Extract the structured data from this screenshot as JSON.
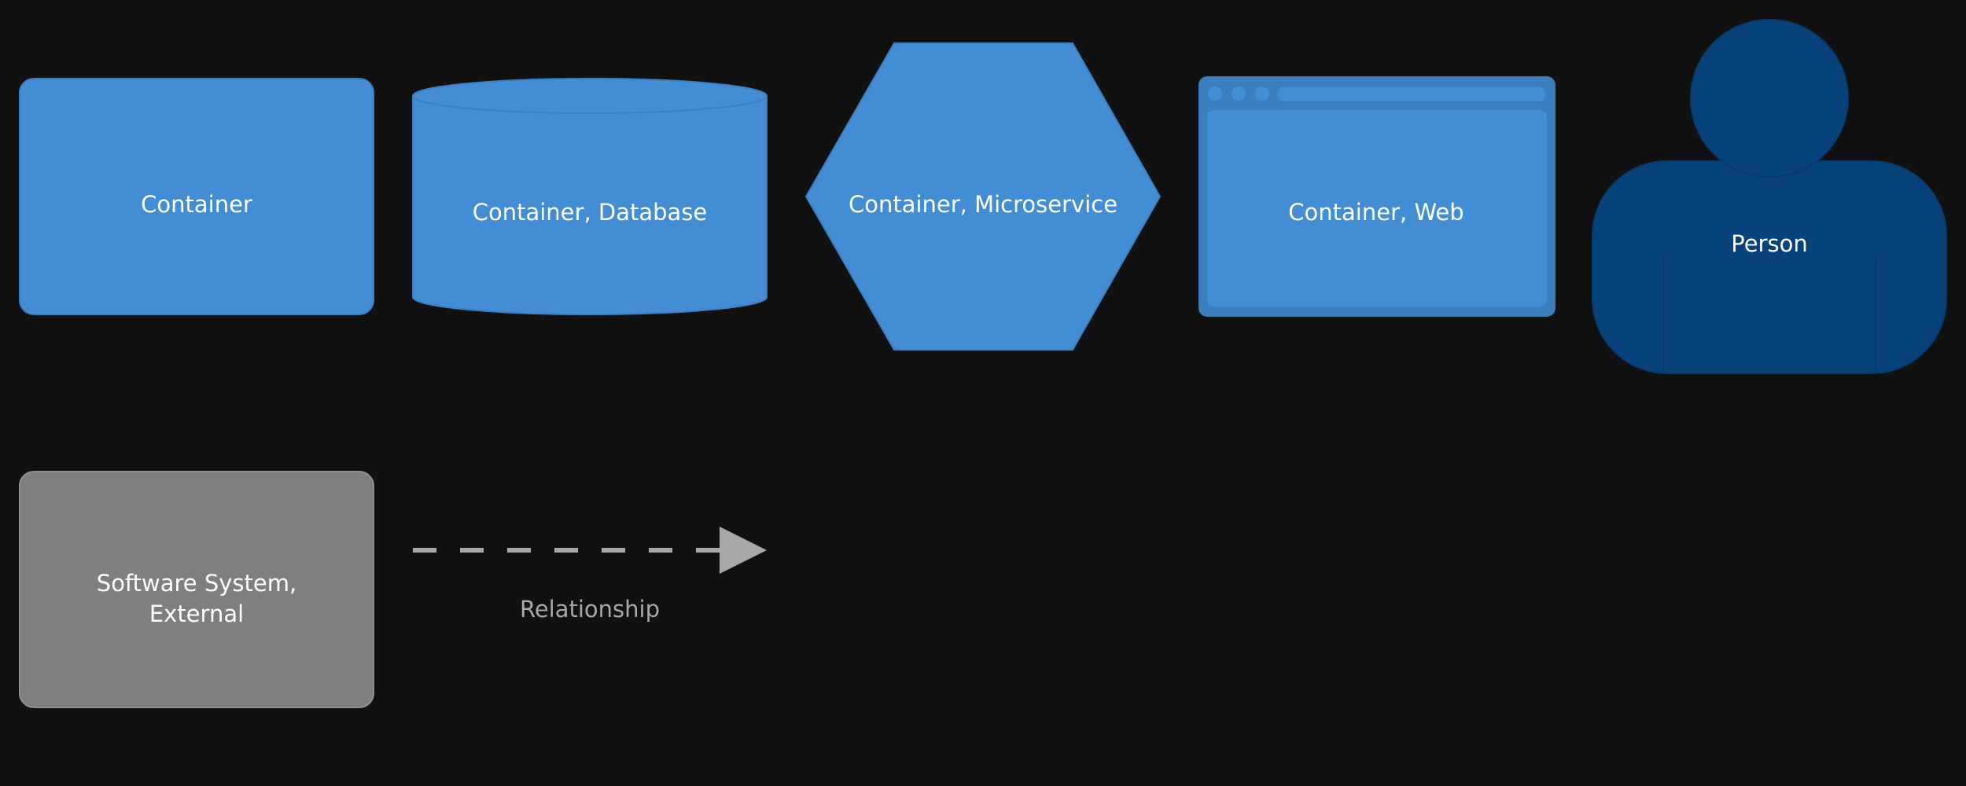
{
  "legend": {
    "colors": {
      "background": "#111111",
      "container": "#438dd5",
      "container_border": "#3c7fc0",
      "person": "#08427b",
      "person_border": "#073b6f",
      "external_system": "#7f7f7f",
      "external_border": "#8f8f8f",
      "relationship": "#a8a8a8"
    },
    "items": [
      {
        "kind": "container",
        "shape": "rounded-box",
        "label": "Container"
      },
      {
        "kind": "container-database",
        "shape": "cylinder",
        "label": "Container, Database"
      },
      {
        "kind": "container-microservice",
        "shape": "hexagon",
        "label": "Container, Microservice"
      },
      {
        "kind": "container-web",
        "shape": "web-browser",
        "label": "Container, Web"
      },
      {
        "kind": "person",
        "shape": "person",
        "label": "Person"
      },
      {
        "kind": "software-system-external",
        "shape": "rounded-box",
        "label_lines": [
          "Software System,",
          "External"
        ]
      },
      {
        "kind": "relationship",
        "shape": "dashed-arrow",
        "label": "Relationship"
      }
    ]
  }
}
